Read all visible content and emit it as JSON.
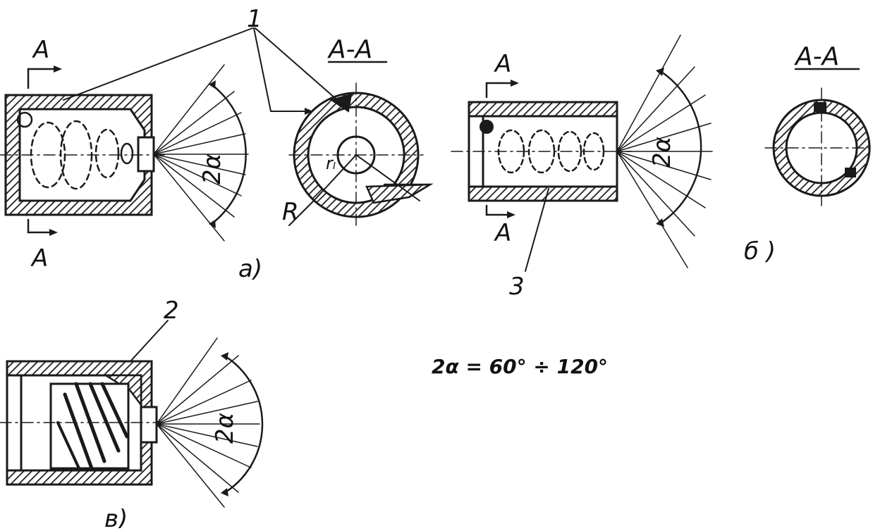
{
  "labels": {
    "leader_1": "1",
    "leader_2": "2",
    "leader_3": "3",
    "section_a_left_top": "A",
    "section_a_left_bottom": "A",
    "section_a_mid_top": "A",
    "section_a_mid_bottom": "A",
    "section_title_a": "A-A",
    "section_title_b": "A-A",
    "radius_R": "R",
    "radius_r": "rₗ",
    "angle_a": "2α",
    "angle_b": "2α",
    "angle_c": "2α",
    "fig_a": "a)",
    "fig_b": "б )",
    "fig_c": "в)"
  },
  "formula": "2α = 60° ÷ 120°",
  "colors": {
    "ink": "#1a1a1a",
    "paper": "#ffffff"
  }
}
